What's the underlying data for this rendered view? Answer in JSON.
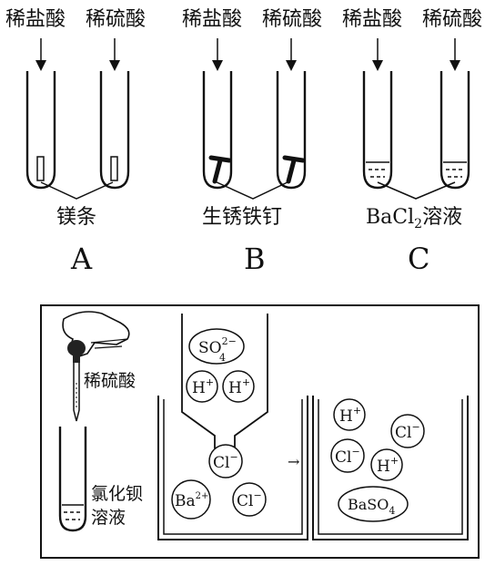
{
  "top_panel": {
    "group_a": {
      "left_acid": "稀盐酸",
      "right_acid": "稀硫酸",
      "substance": "镁条",
      "letter": "A"
    },
    "group_b": {
      "left_acid": "稀盐酸",
      "right_acid": "稀硫酸",
      "substance": "生锈铁钉",
      "letter": "B"
    },
    "group_c": {
      "left_acid": "稀盐酸",
      "right_acid": "稀硫酸",
      "substance_main": "BaCl",
      "substance_sub": "2",
      "substance_tail": "溶液",
      "letter": "C"
    }
  },
  "bottom_panel": {
    "dropper_label": "稀硫酸",
    "tube_label_line1": "氯化钡",
    "tube_label_line2": "溶液",
    "funnel_ions": {
      "sulfate": {
        "main": "SO",
        "sup": "2−",
        "sub": "4"
      },
      "h_left": {
        "main": "H",
        "sup": "+"
      },
      "h_right": {
        "main": "H",
        "sup": "+"
      }
    },
    "left_beaker_ions": {
      "cl_center": {
        "main": "Cl",
        "sup": "−"
      },
      "ba": {
        "main": "Ba",
        "sup": "2+"
      },
      "cl_right": {
        "main": "Cl",
        "sup": "−"
      }
    },
    "right_beaker_ions": {
      "h_top": {
        "main": "H",
        "sup": "+"
      },
      "cl_right": {
        "main": "Cl",
        "sup": "−"
      },
      "cl_left": {
        "main": "Cl",
        "sup": "−"
      },
      "h_mid": {
        "main": "H",
        "sup": "+"
      },
      "precipitate": {
        "main": "BaSO",
        "sub": "4"
      }
    },
    "arrow_glyph": "→"
  }
}
